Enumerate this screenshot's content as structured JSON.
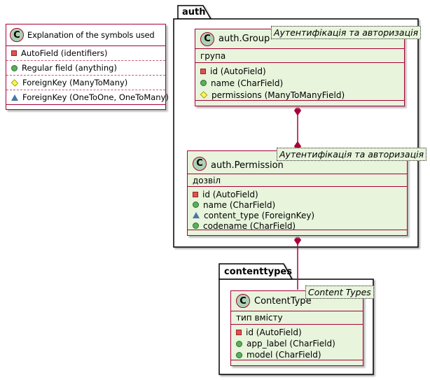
{
  "diagram": {
    "legend": {
      "title": "Explanation of the symbols used",
      "items": [
        {
          "icon": "autofield-square-icon",
          "label": "AutoField (identifiers)"
        },
        {
          "icon": "regular-field-circle-icon",
          "label": "Regular field (anything)"
        },
        {
          "icon": "manytomany-diamond-icon",
          "label": "ForeignKey (ManyToMany)"
        },
        {
          "icon": "foreignkey-triangle-icon",
          "label": "ForeignKey (OneToOne, OneToMany)"
        }
      ]
    },
    "packages": {
      "auth": {
        "label": "auth"
      },
      "contenttypes": {
        "label": "contenttypes"
      }
    },
    "group": {
      "stereotype": "Аутентифікація та авторизація",
      "name": "auth.Group",
      "description": "група",
      "icon_letter": "C",
      "fields": [
        {
          "icon": "autofield-square-icon",
          "label": "id (AutoField)"
        },
        {
          "icon": "regular-field-circle-icon",
          "label": "name (CharField)"
        },
        {
          "icon": "manytomany-diamond-icon",
          "label": "permissions (ManyToManyField)"
        }
      ]
    },
    "permission": {
      "stereotype": "Аутентифікація та авторизація",
      "name": "auth.Permission",
      "description": "дозвіл",
      "icon_letter": "C",
      "fields": [
        {
          "icon": "autofield-square-icon",
          "label": "id (AutoField)"
        },
        {
          "icon": "regular-field-circle-icon",
          "label": "name (CharField)"
        },
        {
          "icon": "foreignkey-triangle-icon",
          "label": "content_type (ForeignKey)"
        },
        {
          "icon": "regular-field-circle-icon",
          "label": "codename (CharField)"
        }
      ]
    },
    "contenttype": {
      "stereotype": "Content Types",
      "name": "ContentType",
      "description": "тип вмісту",
      "icon_letter": "C",
      "fields": [
        {
          "icon": "autofield-square-icon",
          "label": "id (AutoField)"
        },
        {
          "icon": "regular-field-circle-icon",
          "label": "app_label (CharField)"
        },
        {
          "icon": "regular-field-circle-icon",
          "label": "model (CharField)"
        }
      ]
    },
    "relations": [
      {
        "from": "auth.Group",
        "to": "auth.Permission",
        "type": "many-to-many (diamond both ends)"
      },
      {
        "from": "auth.Permission",
        "to": "ContentType",
        "type": "foreign-key (diamond at source)"
      }
    ],
    "colors": {
      "class_fill": "#E8F4DC",
      "class_border": "#A80036",
      "connector": "#A80036",
      "package_border": "#000000",
      "class_icon_fill": "#ADD1B2",
      "autofield_icon": "#E25050",
      "regular_field_icon": "#58B258",
      "manytomany_icon": "#FBF75D",
      "foreignkey_icon": "#4877A8"
    }
  }
}
